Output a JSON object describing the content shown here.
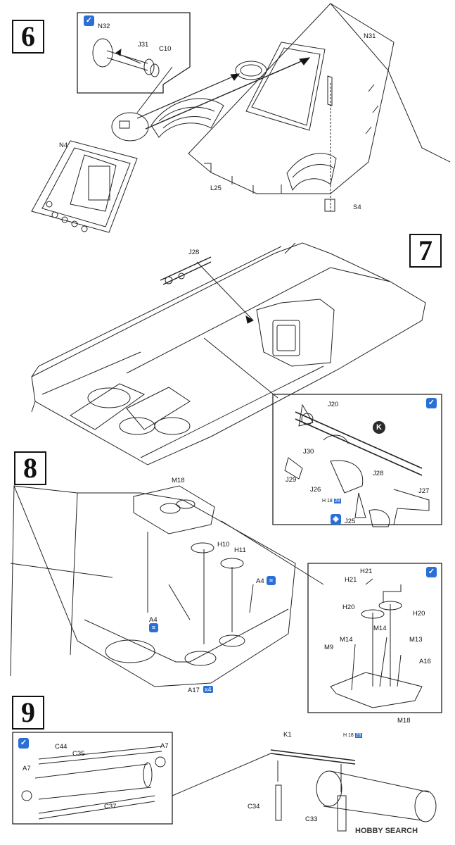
{
  "steps": [
    "6",
    "7",
    "8",
    "9"
  ],
  "step6": {
    "labels": {
      "n32": "N32",
      "j31": "J31",
      "c10": "C10",
      "n31": "N31",
      "n4": "N4",
      "l25": "L25",
      "s4": "S4"
    }
  },
  "step7": {
    "labels": {
      "j28_top": "J28",
      "j20": "J20",
      "j30": "J30",
      "j29": "J29",
      "j28": "J28",
      "j26": "J26",
      "j27": "J27",
      "j25": "J25"
    },
    "k_marker": "K",
    "h_tag_prefix": "H",
    "h_tag_num1": "18",
    "h_tag_num2": "28"
  },
  "step8": {
    "labels": {
      "m18": "M18",
      "h10": "H10",
      "h11": "H11",
      "a4_right": "A4",
      "a4_left": "A4",
      "a17": "A17",
      "h21_top": "H21",
      "h21_left": "H21",
      "h20_left": "H20",
      "h20_right": "H20",
      "m14_a": "M14",
      "m14_b": "M14",
      "m13": "M13",
      "m9": "M9",
      "a16": "A16",
      "m18_inset": "M18"
    },
    "x4": "x4"
  },
  "step9": {
    "labels": {
      "c44": "C44",
      "c35": "C35",
      "a7_right": "A7",
      "a7_left": "A7",
      "c37": "C37",
      "k1": "K1",
      "c34": "C34",
      "c33": "C33"
    },
    "h_tag_prefix": "H",
    "h_tag_num1": "18",
    "h_tag_num2": "28"
  },
  "watermark": "HOBBY SEARCH"
}
